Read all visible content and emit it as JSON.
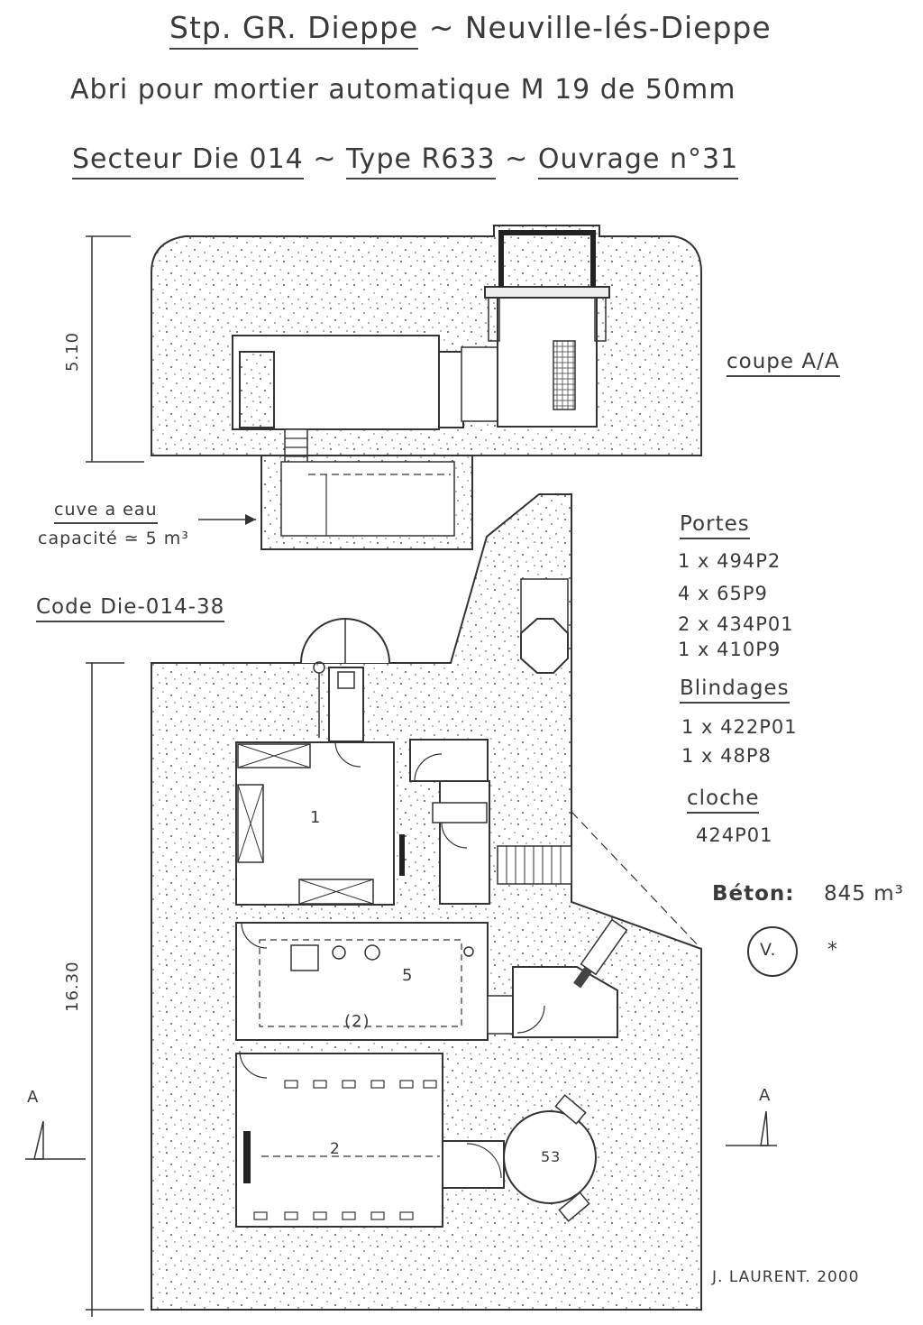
{
  "header": {
    "line1_a": "Stp. GR. Dieppe",
    "line1_b": "~ Neuville-lés-Dieppe",
    "line2": "Abri pour mortier automatique M 19 de 50mm",
    "secteur": "Secteur Die 014",
    "sep1": "~",
    "type": "Type R633",
    "sep2": "~",
    "ouvrage": "Ouvrage n°31"
  },
  "section": {
    "title": "coupe A/A",
    "height": "5.10",
    "tank_line1": "cuve a eau",
    "tank_line2": "capacité ≃ 5 m³"
  },
  "plan": {
    "code": "Code Die-014-38",
    "length": "16.30",
    "room1": "1",
    "room5": "5",
    "room2b": "(2)",
    "room2": "2",
    "room53": "53",
    "cut_left": "A",
    "cut_right": "A"
  },
  "specs": {
    "portes_title": "Portes",
    "portes": [
      "1 x 494P2",
      "4 x 65P9",
      "2 x 434P01",
      "1 x 410P9"
    ],
    "blindages_title": "Blindages",
    "blindages": [
      "1 x 422P01",
      "1 x 48P8"
    ],
    "cloche_title": "cloche",
    "cloche": "424P01",
    "beton_label": "Béton:",
    "beton_value": "845 m³",
    "v_mark": "V.",
    "star": "*"
  },
  "author": "J. LAURENT. 2000"
}
